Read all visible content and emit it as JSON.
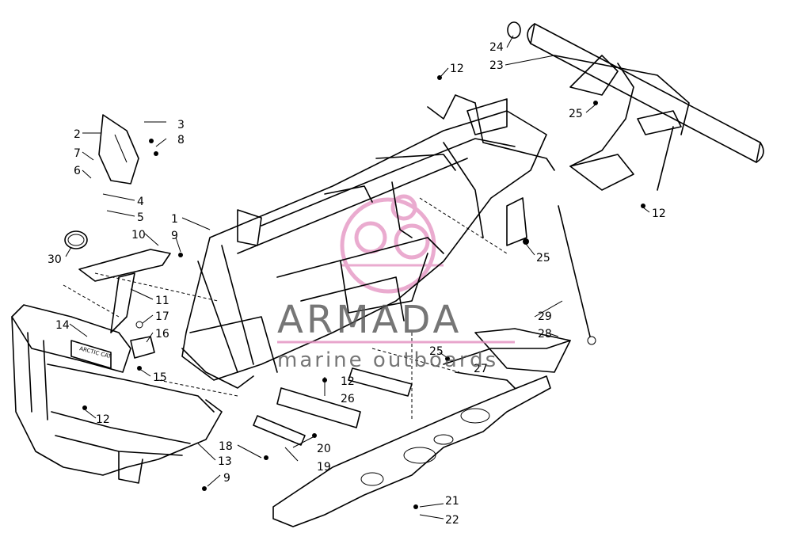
{
  "callouts": [
    "1",
    "2",
    "3",
    "4",
    "5",
    "6",
    "7",
    "8",
    "9",
    "10",
    "11",
    "12",
    "13",
    "14",
    "15",
    "16",
    "17",
    "18",
    "19",
    "20",
    "21",
    "22",
    "23",
    "24",
    "25",
    "26",
    "27",
    "28",
    "29",
    "30"
  ],
  "watermark": {
    "brand": "ARMADA",
    "tagline": "marine outboards",
    "brand_color": "#6b6b6b",
    "logo_color": "#e38fc0"
  },
  "bumper_plate_text": "ARCTIC CAT"
}
